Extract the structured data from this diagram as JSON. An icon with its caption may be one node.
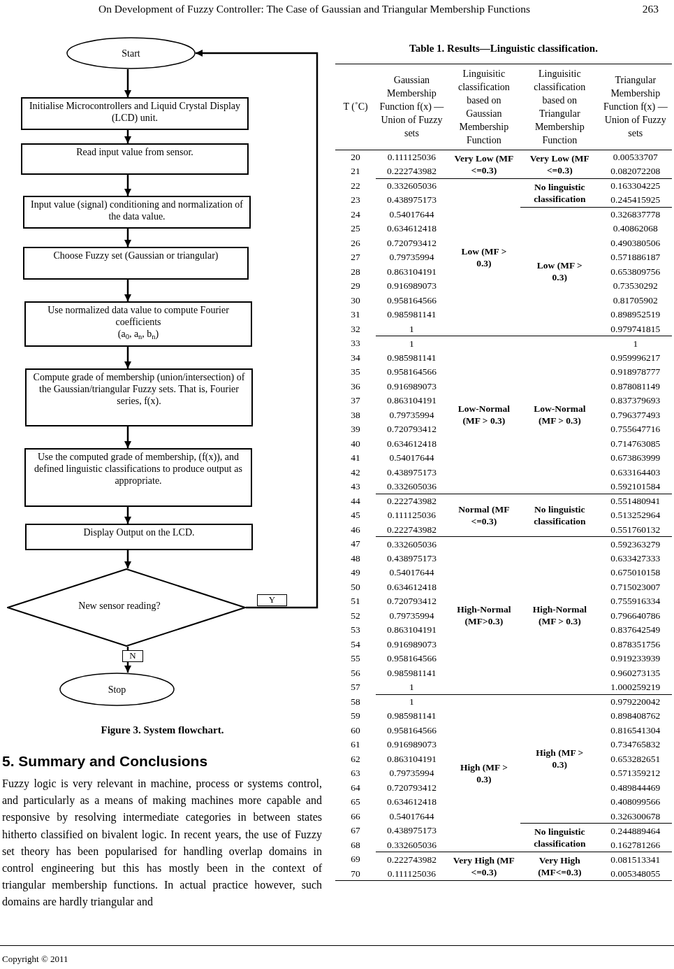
{
  "diagram": {
    "caption": "Figure 3. System flowchart.",
    "nodes": [
      {
        "text": [
          "Start"
        ]
      },
      {
        "text": [
          "Initialise Microcontrollers and Liquid Crystal Display (LCD) unit."
        ]
      },
      {
        "text": [
          "Read input value from sensor."
        ]
      },
      {
        "text": [
          "Input value (signal) conditioning and normalization of the data value."
        ]
      },
      {
        "text": [
          "Choose Fuzzy set (Gaussian or triangular)"
        ]
      },
      {
        "text": [
          "Use normalized data value to compute Fourier coefficients",
          "(a$_{0}$, a$_{n}$, b$_{n}$)"
        ]
      },
      {
        "text": [
          "Compute grade of membership (union/intersection) of the Gaussian/triangular Fuzzy sets. That is, Fourier series, f(x)."
        ]
      },
      {
        "text": [
          "Use the computed grade of membership, (f(x)), and defined linguistic classifications to produce output as appropriate."
        ]
      },
      {
        "text": [
          "Display Output on the LCD."
        ]
      },
      {
        "text": [
          "New sensor reading?"
        ]
      },
      {
        "text": [
          "Stop"
        ]
      }
    ],
    "edges": [
      {
        "from": 0,
        "to": 1,
        "arrow": "to"
      },
      {
        "from": 1,
        "to": 2,
        "arrow": "to"
      },
      {
        "from": 2,
        "to": 3,
        "arrow": "to"
      },
      {
        "from": 3,
        "to": 4,
        "arrow": "to"
      },
      {
        "from": 4,
        "to": 5,
        "arrow": "to"
      },
      {
        "from": 5,
        "to": 6,
        "arrow": "to"
      },
      {
        "from": 6,
        "to": 7,
        "arrow": "to"
      },
      {
        "from": 7,
        "to": 8,
        "arrow": "to"
      },
      {
        "from": 8,
        "to": 9,
        "arrow": "to"
      },
      {
        "from": 9,
        "to": 0,
        "arrow": "to",
        "label": "Y"
      },
      {
        "from": 9,
        "to": 10,
        "arrow": "to",
        "label": "N"
      }
    ],
    "labels": [
      "On Development of Fuzzy Controller: The Case of Gaussian and Triangular Membership Functions",
      "263",
      "5. Summary and Conclusions",
      "Fuzzy logic is very relevant in machine, process or systems control, and particularly as a means of making machines more capable and responsive by resolving intermediate categories in between states hitherto classified on bivalent logic. In recent years, the use of Fuzzy set theory has been popularised for handling overlap domains in control engineering but this has mostly been in the context of triangular membership functions. In actual practice however, such domains are hardly triangular and",
      "Table 1. Results—Linguistic classification.",
      "T (˚C)",
      "Gaussian Membership Function f(x) —Union of Fuzzy sets",
      "Linguisitic classification based on Gaussian Membership Function",
      "Linguisitic classification based on Triangular Membership Function",
      "Triangular Membership Function f(x) —Union of Fuzzy sets",
      "20",
      "0.111125036",
      "Very Low (MF <=0.3)",
      "Very Low (MF <=0.3)",
      "0.00533707",
      "21",
      "0.222743982",
      "0.082072208",
      "22",
      "0.332605036",
      "Low (MF > 0.3)",
      "No linguistic classification",
      "0.163304225",
      "23",
      "0.438975173",
      "0.245415925",
      "24",
      "0.54017644",
      "Low (MF > 0.3)",
      "0.326837778",
      "25",
      "0.634612418",
      "0.40862068",
      "26",
      "0.720793412",
      "0.490380506",
      "27",
      "0.79735994",
      "0.571886187",
      "28",
      "0.863104191",
      "0.653809756",
      "29",
      "0.916989073",
      "0.73530292",
      "30",
      "0.958164566",
      "0.81705902",
      "31",
      "0.985981141",
      "0.898952519",
      "32",
      "1",
      "0.979741815",
      "33",
      "1",
      "Low-Normal (MF > 0.3)",
      "Low-Normal (MF > 0.3)",
      "1",
      "34",
      "0.985981141",
      "0.959996217",
      "35",
      "0.958164566",
      "0.918978777",
      "36",
      "0.916989073",
      "0.878081149",
      "37",
      "0.863104191",
      "0.837379693",
      "38",
      "0.79735994",
      "0.796377493",
      "39",
      "0.720793412",
      "0.755647716",
      "40",
      "0.634612418",
      "0.714763085",
      "41",
      "0.54017644",
      "0.673863999",
      "42",
      "0.438975173",
      "0.633164403",
      "43",
      "0.332605036",
      "0.592101584",
      "44",
      "0.222743982",
      "Normal (MF <=0.3)",
      "No linguistic classification",
      "0.551480941",
      "45",
      "0.111125036",
      "0.513252964",
      "46",
      "0.222743982",
      "0.551760132",
      "47",
      "0.332605036",
      "High-Normal (MF>0.3)",
      "High-Normal (MF > 0.3)",
      "0.592363279",
      "48",
      "0.438975173",
      "0.633427333",
      "49",
      "0.54017644",
      "0.675010158",
      "50",
      "0.634612418",
      "0.715023007",
      "51",
      "0.720793412",
      "0.755916334",
      "52",
      "0.79735994",
      "0.796640786",
      "53",
      "0.863104191",
      "0.837642549",
      "54",
      "0.916989073",
      "0.878351756",
      "55",
      "0.958164566",
      "0.919233939",
      "56",
      "0.985981141",
      "0.960273135",
      "57",
      "1",
      "1.000259219",
      "58",
      "1",
      "High (MF > 0.3)",
      "High (MF > 0.3)",
      "0.979220042",
      "59",
      "0.985981141",
      "0.898408762",
      "60",
      "0.958164566",
      "0.816541304",
      "61",
      "0.916989073",
      "0.734765832",
      "62",
      "0.863104191",
      "0.653282651",
      "63",
      "0.79735994",
      "0.571359212",
      "64",
      "0.720793412",
      "0.489844469",
      "65",
      "0.634612418",
      "0.408099566",
      "66",
      "0.54017644",
      "0.326300678",
      "67",
      "0.438975173",
      "No linguistic classification",
      "0.244889464",
      "68",
      "0.332605036",
      "0.162781266",
      "69",
      "0.222743982",
      "Very High (MF <=0.3)",
      "Very High (MF<=0.3)",
      "0.081513341",
      "70",
      "0.111125036",
      "0.005348055",
      "Copyright © 2011"
    ]
  }
}
